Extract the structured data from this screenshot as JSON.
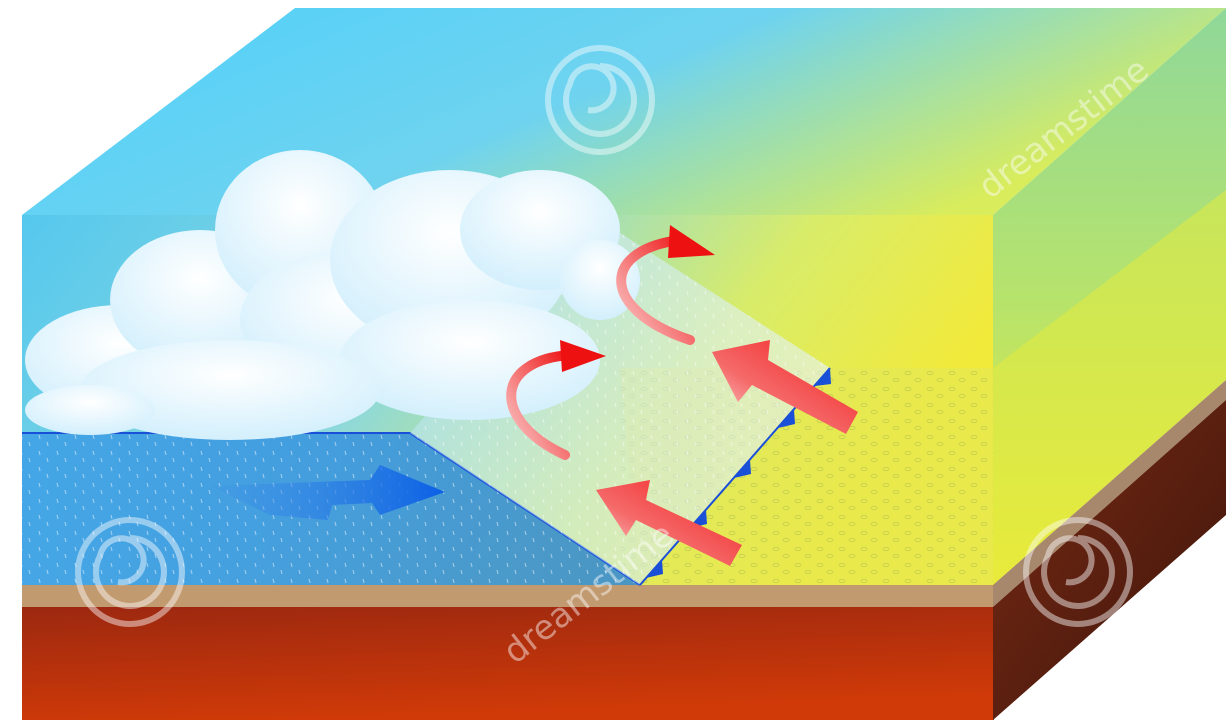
{
  "diagram": {
    "type": "cold front cross-section",
    "watermark": {
      "text": "dreamstime",
      "logo": "spiral-logo"
    },
    "colors": {
      "sky_blue": "#48cbf5",
      "warm_yellow": "#f4ea2a",
      "cold_air_blue": "#2f8fe0",
      "ground_top": "#c2956a",
      "ground_red": "#b3321c",
      "ground_dark": "#4d1a10",
      "warm_arrow_red": "#f01818",
      "cold_arrow_blue": "#1060e0",
      "front_line": "#1a4fd8"
    },
    "icons": [
      "cloud-icon",
      "cold-air-arrow-icon",
      "warm-air-arrow-icon",
      "rising-air-arrow-icon",
      "front-triangle-icon"
    ]
  }
}
